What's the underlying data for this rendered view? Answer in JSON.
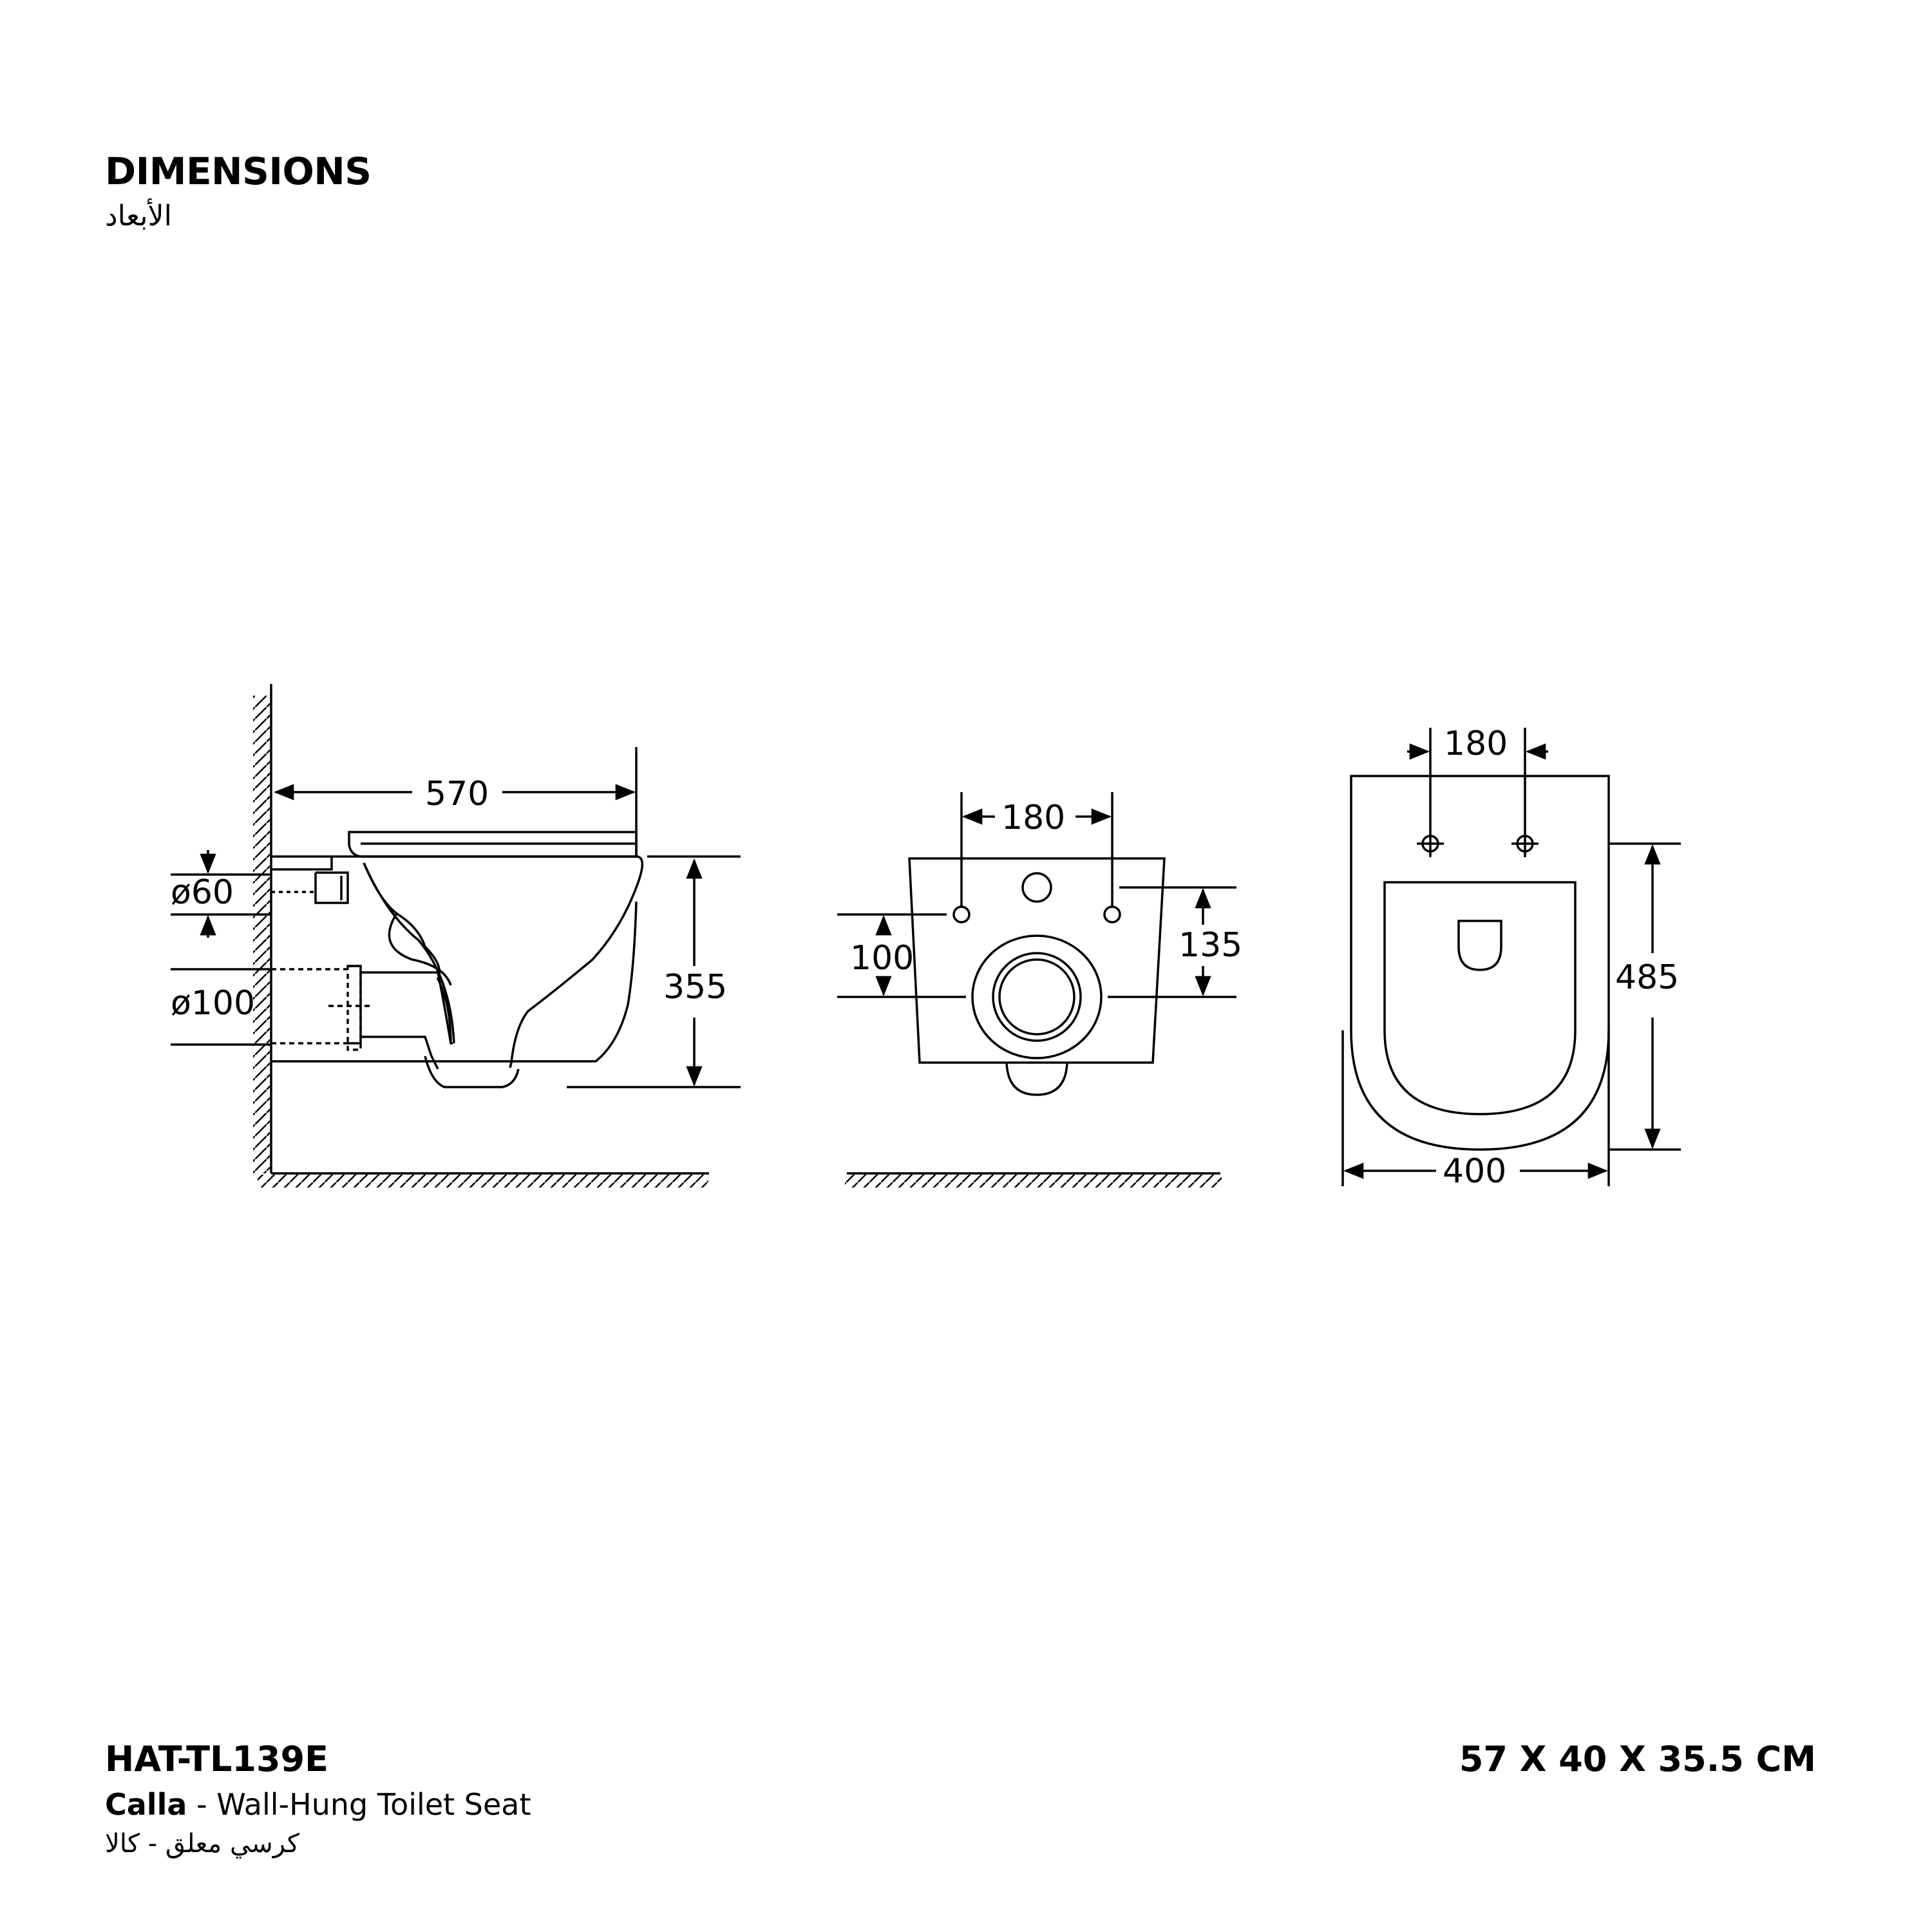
{
  "header": {
    "title": "DIMENSIONS",
    "title_ar": "الأبعاد"
  },
  "side_view": {
    "length": "570",
    "height": "355",
    "inlet_diameter": "ø60",
    "outlet_diameter": "ø100"
  },
  "back_view": {
    "bolt_spacing": "180",
    "inlet_height": "135",
    "outlet_height": "100"
  },
  "top_view": {
    "bolt_spacing": "180",
    "depth": "485",
    "width": "400"
  },
  "footer": {
    "code": "HAT-TL139E",
    "name": "Calla",
    "description": " - Wall-Hung Toilet Seat",
    "description_ar": "كرسي معلق - كالا",
    "size": "57 X 40 X 35.5 CM"
  }
}
